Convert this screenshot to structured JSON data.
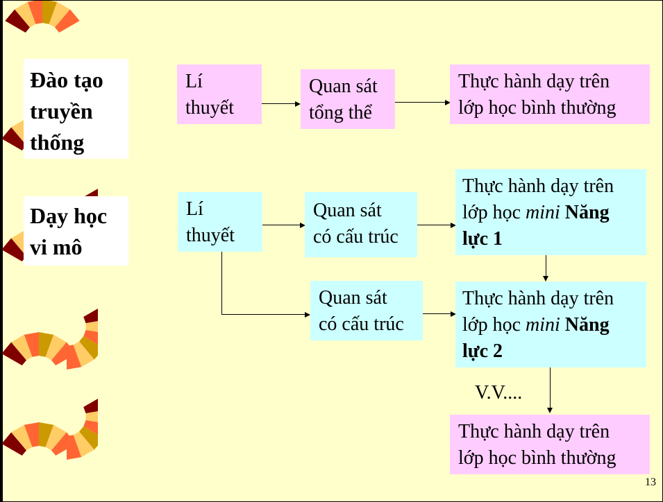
{
  "labels": {
    "traditional": [
      "Đào tạo",
      "truyền",
      "thống"
    ],
    "micro": [
      "Dạy học",
      "vi mô"
    ]
  },
  "top_row": {
    "theory": [
      "Lí",
      "thuyết"
    ],
    "observe": [
      "Quan sát",
      "tổng thể"
    ],
    "practice": [
      "Thực hành dạy trên",
      "lớp học bình thường"
    ]
  },
  "bottom": {
    "theory": [
      "Lí",
      "thuyết"
    ],
    "observe1": [
      "Quan sát",
      "có cấu trúc"
    ],
    "observe2": [
      "Quan sát",
      "có cấu trúc"
    ],
    "practice1": {
      "line1": "Thực hành dạy trên",
      "pre": "lớp học ",
      "italic": "mini",
      "bold1": "Năng",
      "bold2": "lực 1"
    },
    "practice2": {
      "line1": "Thực hành dạy trên",
      "pre": "lớp học ",
      "italic": "mini",
      "bold1": "Năng",
      "bold2": "lực 2"
    },
    "etc": "V.V....",
    "final": [
      "Thực hành dạy trên",
      "lớp học bình thường"
    ]
  },
  "page_number": "13",
  "colors": {
    "background": "#ffffcc",
    "pink_box": "#ffccff",
    "cyan_box": "#ccffff",
    "decor_dark_red": "#800000",
    "decor_red": "#ff6633",
    "decor_peach": "#ffcc66",
    "decor_gold": "#cc9900"
  }
}
